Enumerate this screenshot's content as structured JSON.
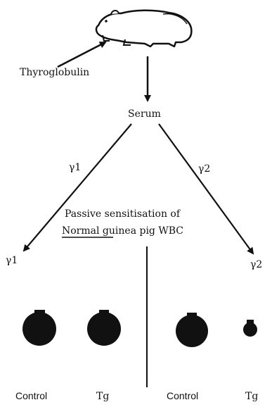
{
  "diagram": {
    "antigen_label": "Thyroglobulin",
    "serum_label": "Serum",
    "left_branch_label": "γ1",
    "right_branch_label": "γ2",
    "left_arrow_label": "γ1",
    "right_arrow_label": "γ2",
    "sensitisation_line1": "Passive sensitisation of",
    "sensitisation_line2_underlined": "Normal",
    "sensitisation_line2_rest": " guinea pig WBC",
    "results": [
      {
        "label": "Control",
        "group": "γ1"
      },
      {
        "label": "Tg",
        "group": "γ1"
      },
      {
        "label": "Control",
        "group": "γ2"
      },
      {
        "label": "Tg",
        "group": "γ2"
      }
    ],
    "colors": {
      "ink": "#111111",
      "background": "#ffffff"
    }
  }
}
